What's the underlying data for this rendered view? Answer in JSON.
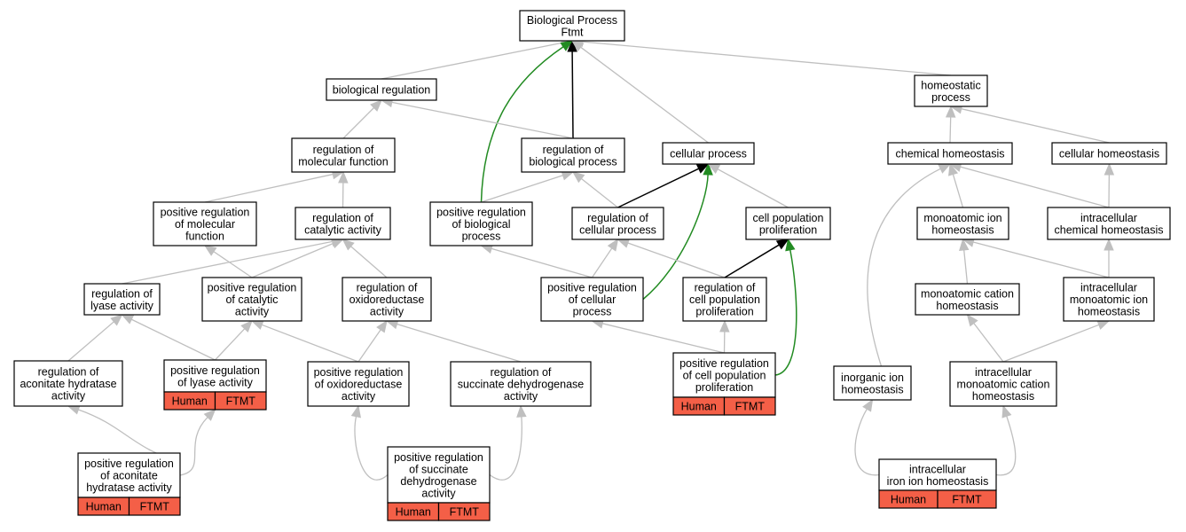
{
  "colors": {
    "edge_default": "#bfbfbf",
    "edge_black": "#000000",
    "edge_green": "#228b22",
    "tag_fill": "#f45f47"
  },
  "tag_labels": [
    "Human",
    "FTMT"
  ],
  "nodes": [
    {
      "id": "bp",
      "lines": [
        "Biological Process",
        "Ftmt"
      ]
    },
    {
      "id": "br",
      "lines": [
        "biological regulation"
      ]
    },
    {
      "id": "hp",
      "lines": [
        "homeostatic",
        "process"
      ]
    },
    {
      "id": "rmf",
      "lines": [
        "regulation of",
        "molecular function"
      ]
    },
    {
      "id": "rbp",
      "lines": [
        "regulation of",
        "biological process"
      ]
    },
    {
      "id": "cp",
      "lines": [
        "cellular process"
      ]
    },
    {
      "id": "ch",
      "lines": [
        "chemical homeostasis"
      ]
    },
    {
      "id": "clh",
      "lines": [
        "cellular homeostasis"
      ]
    },
    {
      "id": "prmf",
      "lines": [
        "positive regulation",
        "of molecular",
        "function"
      ]
    },
    {
      "id": "rca",
      "lines": [
        "regulation of",
        "catalytic activity"
      ]
    },
    {
      "id": "prbp",
      "lines": [
        "positive regulation",
        "of biological",
        "process"
      ]
    },
    {
      "id": "rcp",
      "lines": [
        "regulation of",
        "cellular process"
      ]
    },
    {
      "id": "cpp",
      "lines": [
        "cell population",
        "proliferation"
      ]
    },
    {
      "id": "mih",
      "lines": [
        "monoatomic ion",
        "homeostasis"
      ]
    },
    {
      "id": "ich",
      "lines": [
        "intracellular",
        "chemical homeostasis"
      ]
    },
    {
      "id": "rla",
      "lines": [
        "regulation of",
        "lyase activity"
      ]
    },
    {
      "id": "prca",
      "lines": [
        "positive regulation",
        "of catalytic",
        "activity"
      ]
    },
    {
      "id": "roa",
      "lines": [
        "regulation of",
        "oxidoreductase",
        "activity"
      ]
    },
    {
      "id": "prcp",
      "lines": [
        "positive regulation",
        "of cellular",
        "process"
      ]
    },
    {
      "id": "rcpp",
      "lines": [
        "regulation of",
        "cell population",
        "proliferation"
      ]
    },
    {
      "id": "mch",
      "lines": [
        "monoatomic cation",
        "homeostasis"
      ]
    },
    {
      "id": "imih",
      "lines": [
        "intracellular",
        "monoatomic ion",
        "homeostasis"
      ]
    },
    {
      "id": "raha",
      "lines": [
        "regulation of",
        "aconitate hydratase",
        "activity"
      ]
    },
    {
      "id": "prla",
      "lines": [
        "positive regulation",
        "of lyase activity"
      ],
      "tagged": true
    },
    {
      "id": "proa",
      "lines": [
        "positive regulation",
        "of oxidoreductase",
        "activity"
      ]
    },
    {
      "id": "rsda",
      "lines": [
        "regulation of",
        "succinate dehydrogenase",
        "activity"
      ]
    },
    {
      "id": "prcpp",
      "lines": [
        "positive regulation",
        "of cell population",
        "proliferation"
      ],
      "tagged": true
    },
    {
      "id": "iih",
      "lines": [
        "inorganic ion",
        "homeostasis"
      ]
    },
    {
      "id": "imch",
      "lines": [
        "intracellular",
        "monoatomic cation",
        "homeostasis"
      ]
    },
    {
      "id": "praha",
      "lines": [
        "positive regulation",
        "of aconitate",
        "hydratase activity"
      ],
      "tagged": true
    },
    {
      "id": "prsda",
      "lines": [
        "positive regulation",
        "of succinate",
        "dehydrogenase",
        "activity"
      ],
      "tagged": true
    },
    {
      "id": "iirh",
      "lines": [
        "intracellular",
        "iron ion homeostasis"
      ],
      "tagged": true
    }
  ],
  "edges": [
    {
      "from": "br",
      "to": "bp",
      "color": "gray"
    },
    {
      "from": "rbp",
      "to": "bp",
      "color": "black"
    },
    {
      "from": "prbp",
      "to": "bp",
      "color": "green"
    },
    {
      "from": "cp",
      "to": "bp",
      "color": "gray"
    },
    {
      "from": "hp",
      "to": "bp",
      "color": "gray"
    },
    {
      "from": "rmf",
      "to": "br",
      "color": "gray"
    },
    {
      "from": "rbp",
      "to": "br",
      "color": "gray"
    },
    {
      "from": "ch",
      "to": "hp",
      "color": "gray"
    },
    {
      "from": "clh",
      "to": "hp",
      "color": "gray"
    },
    {
      "from": "prmf",
      "to": "rmf",
      "color": "gray"
    },
    {
      "from": "rca",
      "to": "rmf",
      "color": "gray"
    },
    {
      "from": "prbp",
      "to": "rbp",
      "color": "gray"
    },
    {
      "from": "rcp",
      "to": "rbp",
      "color": "gray"
    },
    {
      "from": "rcp",
      "to": "cp",
      "color": "black"
    },
    {
      "from": "prcp",
      "to": "cp",
      "color": "green"
    },
    {
      "from": "cpp",
      "to": "cp",
      "color": "gray"
    },
    {
      "from": "mih",
      "to": "ch",
      "color": "gray"
    },
    {
      "from": "ich",
      "to": "ch",
      "color": "gray"
    },
    {
      "from": "iih",
      "to": "ch",
      "color": "gray"
    },
    {
      "from": "ich",
      "to": "clh",
      "color": "gray"
    },
    {
      "from": "rla",
      "to": "rca",
      "color": "gray"
    },
    {
      "from": "prca",
      "to": "rca",
      "color": "gray"
    },
    {
      "from": "roa",
      "to": "rca",
      "color": "gray"
    },
    {
      "from": "prca",
      "to": "prmf",
      "color": "gray"
    },
    {
      "from": "prcp",
      "to": "prbp",
      "color": "gray"
    },
    {
      "from": "prcp",
      "to": "rcp",
      "color": "gray"
    },
    {
      "from": "rcpp",
      "to": "rcp",
      "color": "gray"
    },
    {
      "from": "rcpp",
      "to": "cpp",
      "color": "black"
    },
    {
      "from": "prcpp",
      "to": "cpp",
      "color": "green"
    },
    {
      "from": "mch",
      "to": "mih",
      "color": "gray"
    },
    {
      "from": "imih",
      "to": "mih",
      "color": "gray"
    },
    {
      "from": "imih",
      "to": "ich",
      "color": "gray"
    },
    {
      "from": "raha",
      "to": "rla",
      "color": "gray"
    },
    {
      "from": "prla",
      "to": "rla",
      "color": "gray"
    },
    {
      "from": "prla",
      "to": "prca",
      "color": "gray"
    },
    {
      "from": "proa",
      "to": "prca",
      "color": "gray"
    },
    {
      "from": "proa",
      "to": "roa",
      "color": "gray"
    },
    {
      "from": "rsda",
      "to": "roa",
      "color": "gray"
    },
    {
      "from": "prcpp",
      "to": "prcp",
      "color": "gray"
    },
    {
      "from": "prcpp",
      "to": "rcpp",
      "color": "gray"
    },
    {
      "from": "imch",
      "to": "mch",
      "color": "gray"
    },
    {
      "from": "imch",
      "to": "imih",
      "color": "gray"
    },
    {
      "from": "praha",
      "to": "raha",
      "color": "gray"
    },
    {
      "from": "praha",
      "to": "prla",
      "color": "gray"
    },
    {
      "from": "prsda",
      "to": "proa",
      "color": "gray"
    },
    {
      "from": "prsda",
      "to": "rsda",
      "color": "gray"
    },
    {
      "from": "iirh",
      "to": "iih",
      "color": "gray"
    },
    {
      "from": "iirh",
      "to": "imch",
      "color": "gray"
    }
  ]
}
